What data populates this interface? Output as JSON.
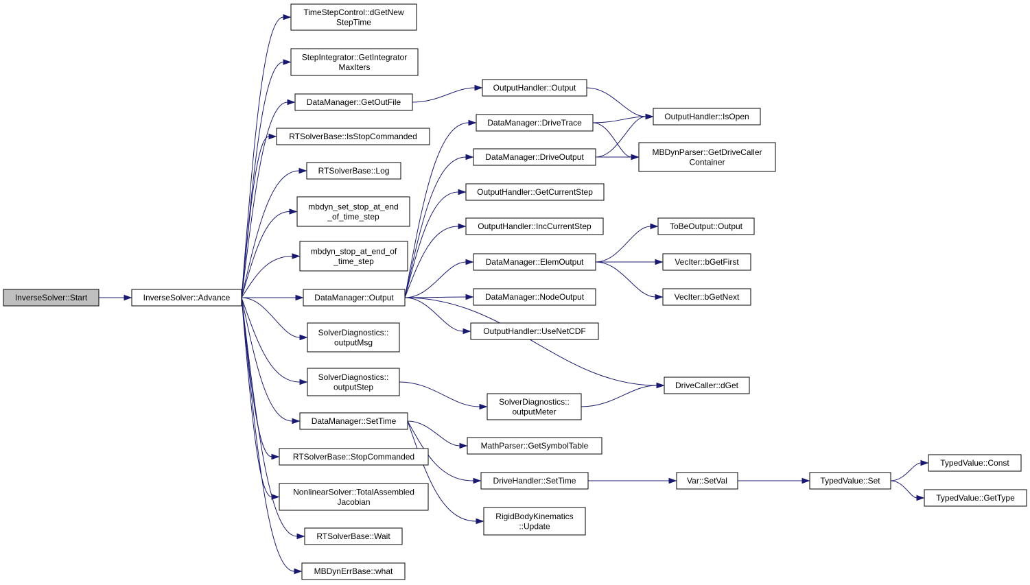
{
  "nodes": [
    {
      "id": "start",
      "lines": [
        "InverseSolver::Start"
      ],
      "root": true
    },
    {
      "id": "advance",
      "lines": [
        "InverseSolver::Advance"
      ]
    },
    {
      "id": "dgetnew",
      "lines": [
        "TimeStepControl::dGetNew",
        "StepTime"
      ]
    },
    {
      "id": "getintmax",
      "lines": [
        "StepIntegrator::GetIntegrator",
        "MaxIters"
      ]
    },
    {
      "id": "getoutfile",
      "lines": [
        "DataManager::GetOutFile"
      ]
    },
    {
      "id": "isstopcmd",
      "lines": [
        "RTSolverBase::IsStopCommanded"
      ]
    },
    {
      "id": "log",
      "lines": [
        "RTSolverBase::Log"
      ]
    },
    {
      "id": "setstop",
      "lines": [
        "mbdyn_set_stop_at_end",
        "_of_time_step"
      ]
    },
    {
      "id": "stopatend",
      "lines": [
        "mbdyn_stop_at_end_of",
        "_time_step"
      ]
    },
    {
      "id": "dmoutput",
      "lines": [
        "DataManager::Output"
      ]
    },
    {
      "id": "sdoutmsg",
      "lines": [
        "SolverDiagnostics::",
        "outputMsg"
      ]
    },
    {
      "id": "sdoutstep",
      "lines": [
        "SolverDiagnostics::",
        "outputStep"
      ]
    },
    {
      "id": "dmsettime",
      "lines": [
        "DataManager::SetTime"
      ]
    },
    {
      "id": "stopcmd",
      "lines": [
        "RTSolverBase::StopCommanded"
      ]
    },
    {
      "id": "totalasm",
      "lines": [
        "NonlinearSolver::TotalAssembled",
        "Jacobian"
      ]
    },
    {
      "id": "wait",
      "lines": [
        "RTSolverBase::Wait"
      ]
    },
    {
      "id": "what",
      "lines": [
        "MBDynErrBase::what"
      ]
    },
    {
      "id": "ohoutput",
      "lines": [
        "OutputHandler::Output"
      ]
    },
    {
      "id": "drivetrace",
      "lines": [
        "DataManager::DriveTrace"
      ]
    },
    {
      "id": "driveoutput",
      "lines": [
        "DataManager::DriveOutput"
      ]
    },
    {
      "id": "getcurstep",
      "lines": [
        "OutputHandler::GetCurrentStep"
      ]
    },
    {
      "id": "inccurstep",
      "lines": [
        "OutputHandler::IncCurrentStep"
      ]
    },
    {
      "id": "elemoutput",
      "lines": [
        "DataManager::ElemOutput"
      ]
    },
    {
      "id": "nodeoutput",
      "lines": [
        "DataManager::NodeOutput"
      ]
    },
    {
      "id": "usenetcdf",
      "lines": [
        "OutputHandler::UseNetCDF"
      ]
    },
    {
      "id": "outmeter",
      "lines": [
        "SolverDiagnostics::",
        "outputMeter"
      ]
    },
    {
      "id": "getsymtab",
      "lines": [
        "MathParser::GetSymbolTable"
      ]
    },
    {
      "id": "dhsettime",
      "lines": [
        "DriveHandler::SetTime"
      ]
    },
    {
      "id": "rbkupdate",
      "lines": [
        "RigidBodyKinematics",
        "::Update"
      ]
    },
    {
      "id": "isopen",
      "lines": [
        "OutputHandler::IsOpen"
      ]
    },
    {
      "id": "getdrivecaller",
      "lines": [
        "MBDynParser::GetDriveCaller",
        "Container"
      ]
    },
    {
      "id": "tbooutput",
      "lines": [
        "ToBeOutput::Output"
      ]
    },
    {
      "id": "bgetfirst",
      "lines": [
        "VecIter::bGetFirst"
      ]
    },
    {
      "id": "bgetnext",
      "lines": [
        "VecIter::bGetNext"
      ]
    },
    {
      "id": "dget",
      "lines": [
        "DriveCaller::dGet"
      ]
    },
    {
      "id": "setval",
      "lines": [
        "Var::SetVal"
      ]
    },
    {
      "id": "tvset",
      "lines": [
        "TypedValue::Set"
      ]
    },
    {
      "id": "tvconst",
      "lines": [
        "TypedValue::Const"
      ]
    },
    {
      "id": "tvgettype",
      "lines": [
        "TypedValue::GetType"
      ]
    }
  ],
  "edges": [
    [
      "start",
      "advance"
    ],
    [
      "advance",
      "dgetnew"
    ],
    [
      "advance",
      "getintmax"
    ],
    [
      "advance",
      "getoutfile"
    ],
    [
      "advance",
      "isstopcmd"
    ],
    [
      "advance",
      "log"
    ],
    [
      "advance",
      "setstop"
    ],
    [
      "advance",
      "stopatend"
    ],
    [
      "advance",
      "dmoutput"
    ],
    [
      "advance",
      "sdoutmsg"
    ],
    [
      "advance",
      "sdoutstep"
    ],
    [
      "advance",
      "dmsettime"
    ],
    [
      "advance",
      "stopcmd"
    ],
    [
      "advance",
      "totalasm"
    ],
    [
      "advance",
      "wait"
    ],
    [
      "advance",
      "what"
    ],
    [
      "getoutfile",
      "ohoutput"
    ],
    [
      "ohoutput",
      "isopen"
    ],
    [
      "dmoutput",
      "drivetrace"
    ],
    [
      "dmoutput",
      "driveoutput"
    ],
    [
      "dmoutput",
      "getcurstep"
    ],
    [
      "dmoutput",
      "inccurstep"
    ],
    [
      "dmoutput",
      "elemoutput"
    ],
    [
      "dmoutput",
      "nodeoutput"
    ],
    [
      "dmoutput",
      "usenetcdf"
    ],
    [
      "dmoutput",
      "dget"
    ],
    [
      "drivetrace",
      "isopen"
    ],
    [
      "drivetrace",
      "getdrivecaller"
    ],
    [
      "driveoutput",
      "isopen"
    ],
    [
      "driveoutput",
      "getdrivecaller"
    ],
    [
      "elemoutput",
      "tbooutput"
    ],
    [
      "elemoutput",
      "bgetfirst"
    ],
    [
      "elemoutput",
      "bgetnext"
    ],
    [
      "sdoutstep",
      "outmeter"
    ],
    [
      "outmeter",
      "dget"
    ],
    [
      "dmsettime",
      "getsymtab"
    ],
    [
      "dmsettime",
      "dhsettime"
    ],
    [
      "dmsettime",
      "rbkupdate"
    ],
    [
      "dhsettime",
      "setval"
    ],
    [
      "setval",
      "tvset"
    ],
    [
      "tvset",
      "tvconst"
    ],
    [
      "tvset",
      "tvgettype"
    ]
  ],
  "colors": {
    "edge": "#191970",
    "root_fill": "#bfbfbf",
    "node_fill": "#ffffff",
    "border": "#000000"
  }
}
